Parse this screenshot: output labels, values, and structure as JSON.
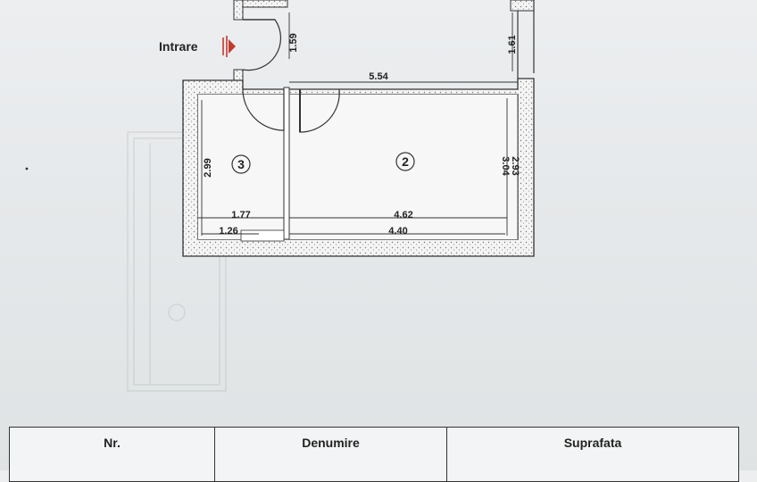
{
  "plan": {
    "entry_label": "Intrare",
    "rooms": [
      {
        "number": "2"
      },
      {
        "number": "3"
      }
    ],
    "dimensions": {
      "top_corridor_height": "1.59",
      "top_right_height": "1.61",
      "top_width": "5.54",
      "room3_height": "2.99",
      "room2_height_outer": "3.04",
      "room2_height_inner": "2.93",
      "room3_width": "1.77",
      "room3_width_inner": "1.26",
      "room2_width": "4.62",
      "room2_width_inner": "4.40"
    }
  },
  "legend": {
    "col_nr": "Nr.",
    "col_name": "Denumire",
    "col_area": "Suprafata"
  }
}
